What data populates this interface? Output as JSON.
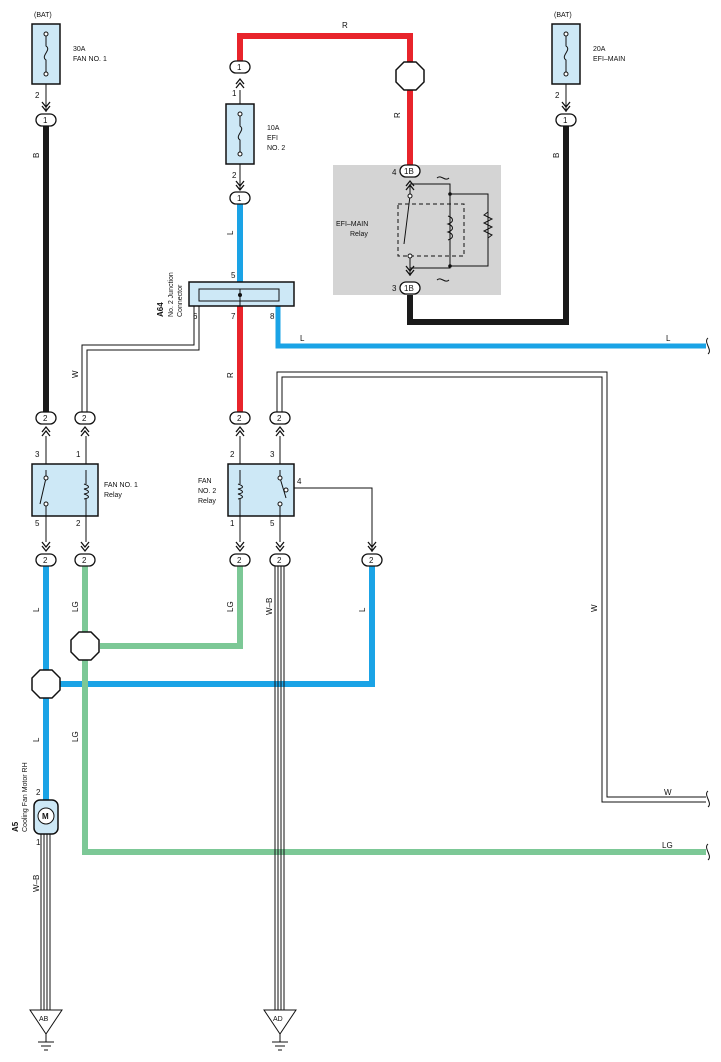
{
  "power": {
    "bat_left": "(BAT)",
    "bat_right": "(BAT)"
  },
  "fuses": {
    "fan1": {
      "line1": "30A",
      "line2": "FAN NO. 1",
      "pin": "2"
    },
    "efi2": {
      "line1": "10A",
      "line2": "EFI",
      "line3": "NO. 2",
      "pin_top": "1",
      "pin_bottom": "2"
    },
    "efi_main": {
      "line1": "20A",
      "line2": "EFI–MAIN",
      "pin": "2"
    }
  },
  "relays": {
    "efi_main": {
      "line1": "EFI–MAIN",
      "line2": "Relay",
      "pin_top": "4",
      "pin_bottom": "3",
      "conn": "1B"
    },
    "fan1": {
      "line1": "FAN NO. 1",
      "line2": "Relay",
      "pins": [
        "3",
        "1",
        "5",
        "2"
      ]
    },
    "fan2": {
      "line1": "FAN",
      "line2": "NO. 2",
      "line3": "Relay",
      "pins": [
        "2",
        "3",
        "4",
        "1",
        "5"
      ]
    }
  },
  "junction": {
    "code": "A64",
    "line1": "No. 2 Junction",
    "line2": "Connector",
    "pins": [
      "5",
      "6",
      "7",
      "8"
    ]
  },
  "motor": {
    "code": "A5",
    "name": "Cooling Fan Motor RH",
    "symbol": "M",
    "pin_top": "2",
    "pin_bottom": "1"
  },
  "connectors": {
    "c1": "1",
    "c2": "2"
  },
  "wires": {
    "r": "R",
    "b": "B",
    "l": "L",
    "w": "W",
    "lg": "LG",
    "wb": "W–B"
  },
  "grounds": {
    "ab": "AB",
    "ad": "AD"
  },
  "colors": {
    "red": "#e8242b",
    "black": "#1a1a1a",
    "blue": "#1aa3e6",
    "green": "#7cc896",
    "component_fill": "#cde8f6",
    "relay_box": "#d4d4d4"
  }
}
